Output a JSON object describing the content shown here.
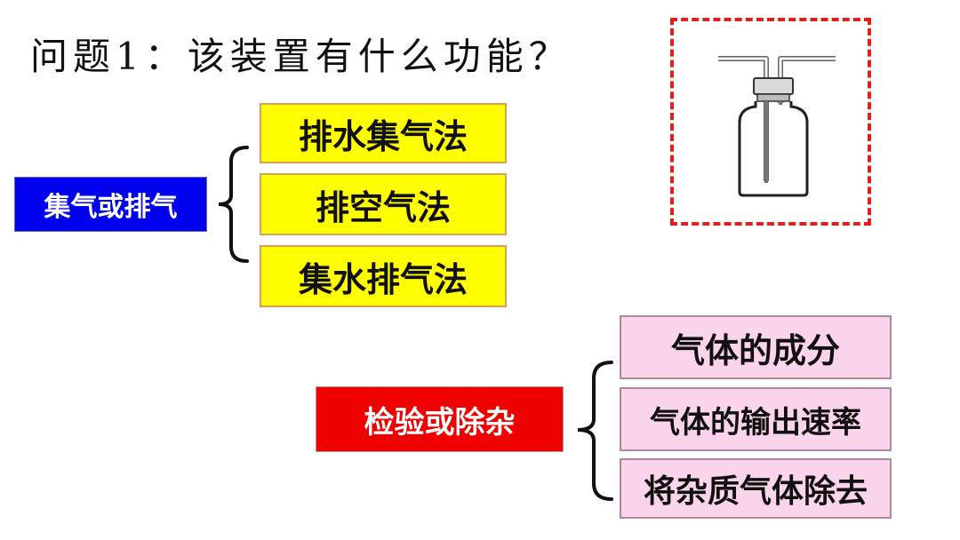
{
  "title": "问题1：该装置有什么功能？",
  "group_collect": {
    "label": "集气或排气",
    "color": "#0000ee",
    "items": [
      "排水集气法",
      "排空气法",
      "集水排气法"
    ]
  },
  "group_test": {
    "label": "检验或除杂",
    "color": "#ee0000",
    "items": [
      "气体的成分",
      "气体的输出速率",
      "将杂质气体除去"
    ]
  },
  "image": {
    "icon": "gas-washing-bottle-icon",
    "frame_color": "#e01f1f"
  }
}
